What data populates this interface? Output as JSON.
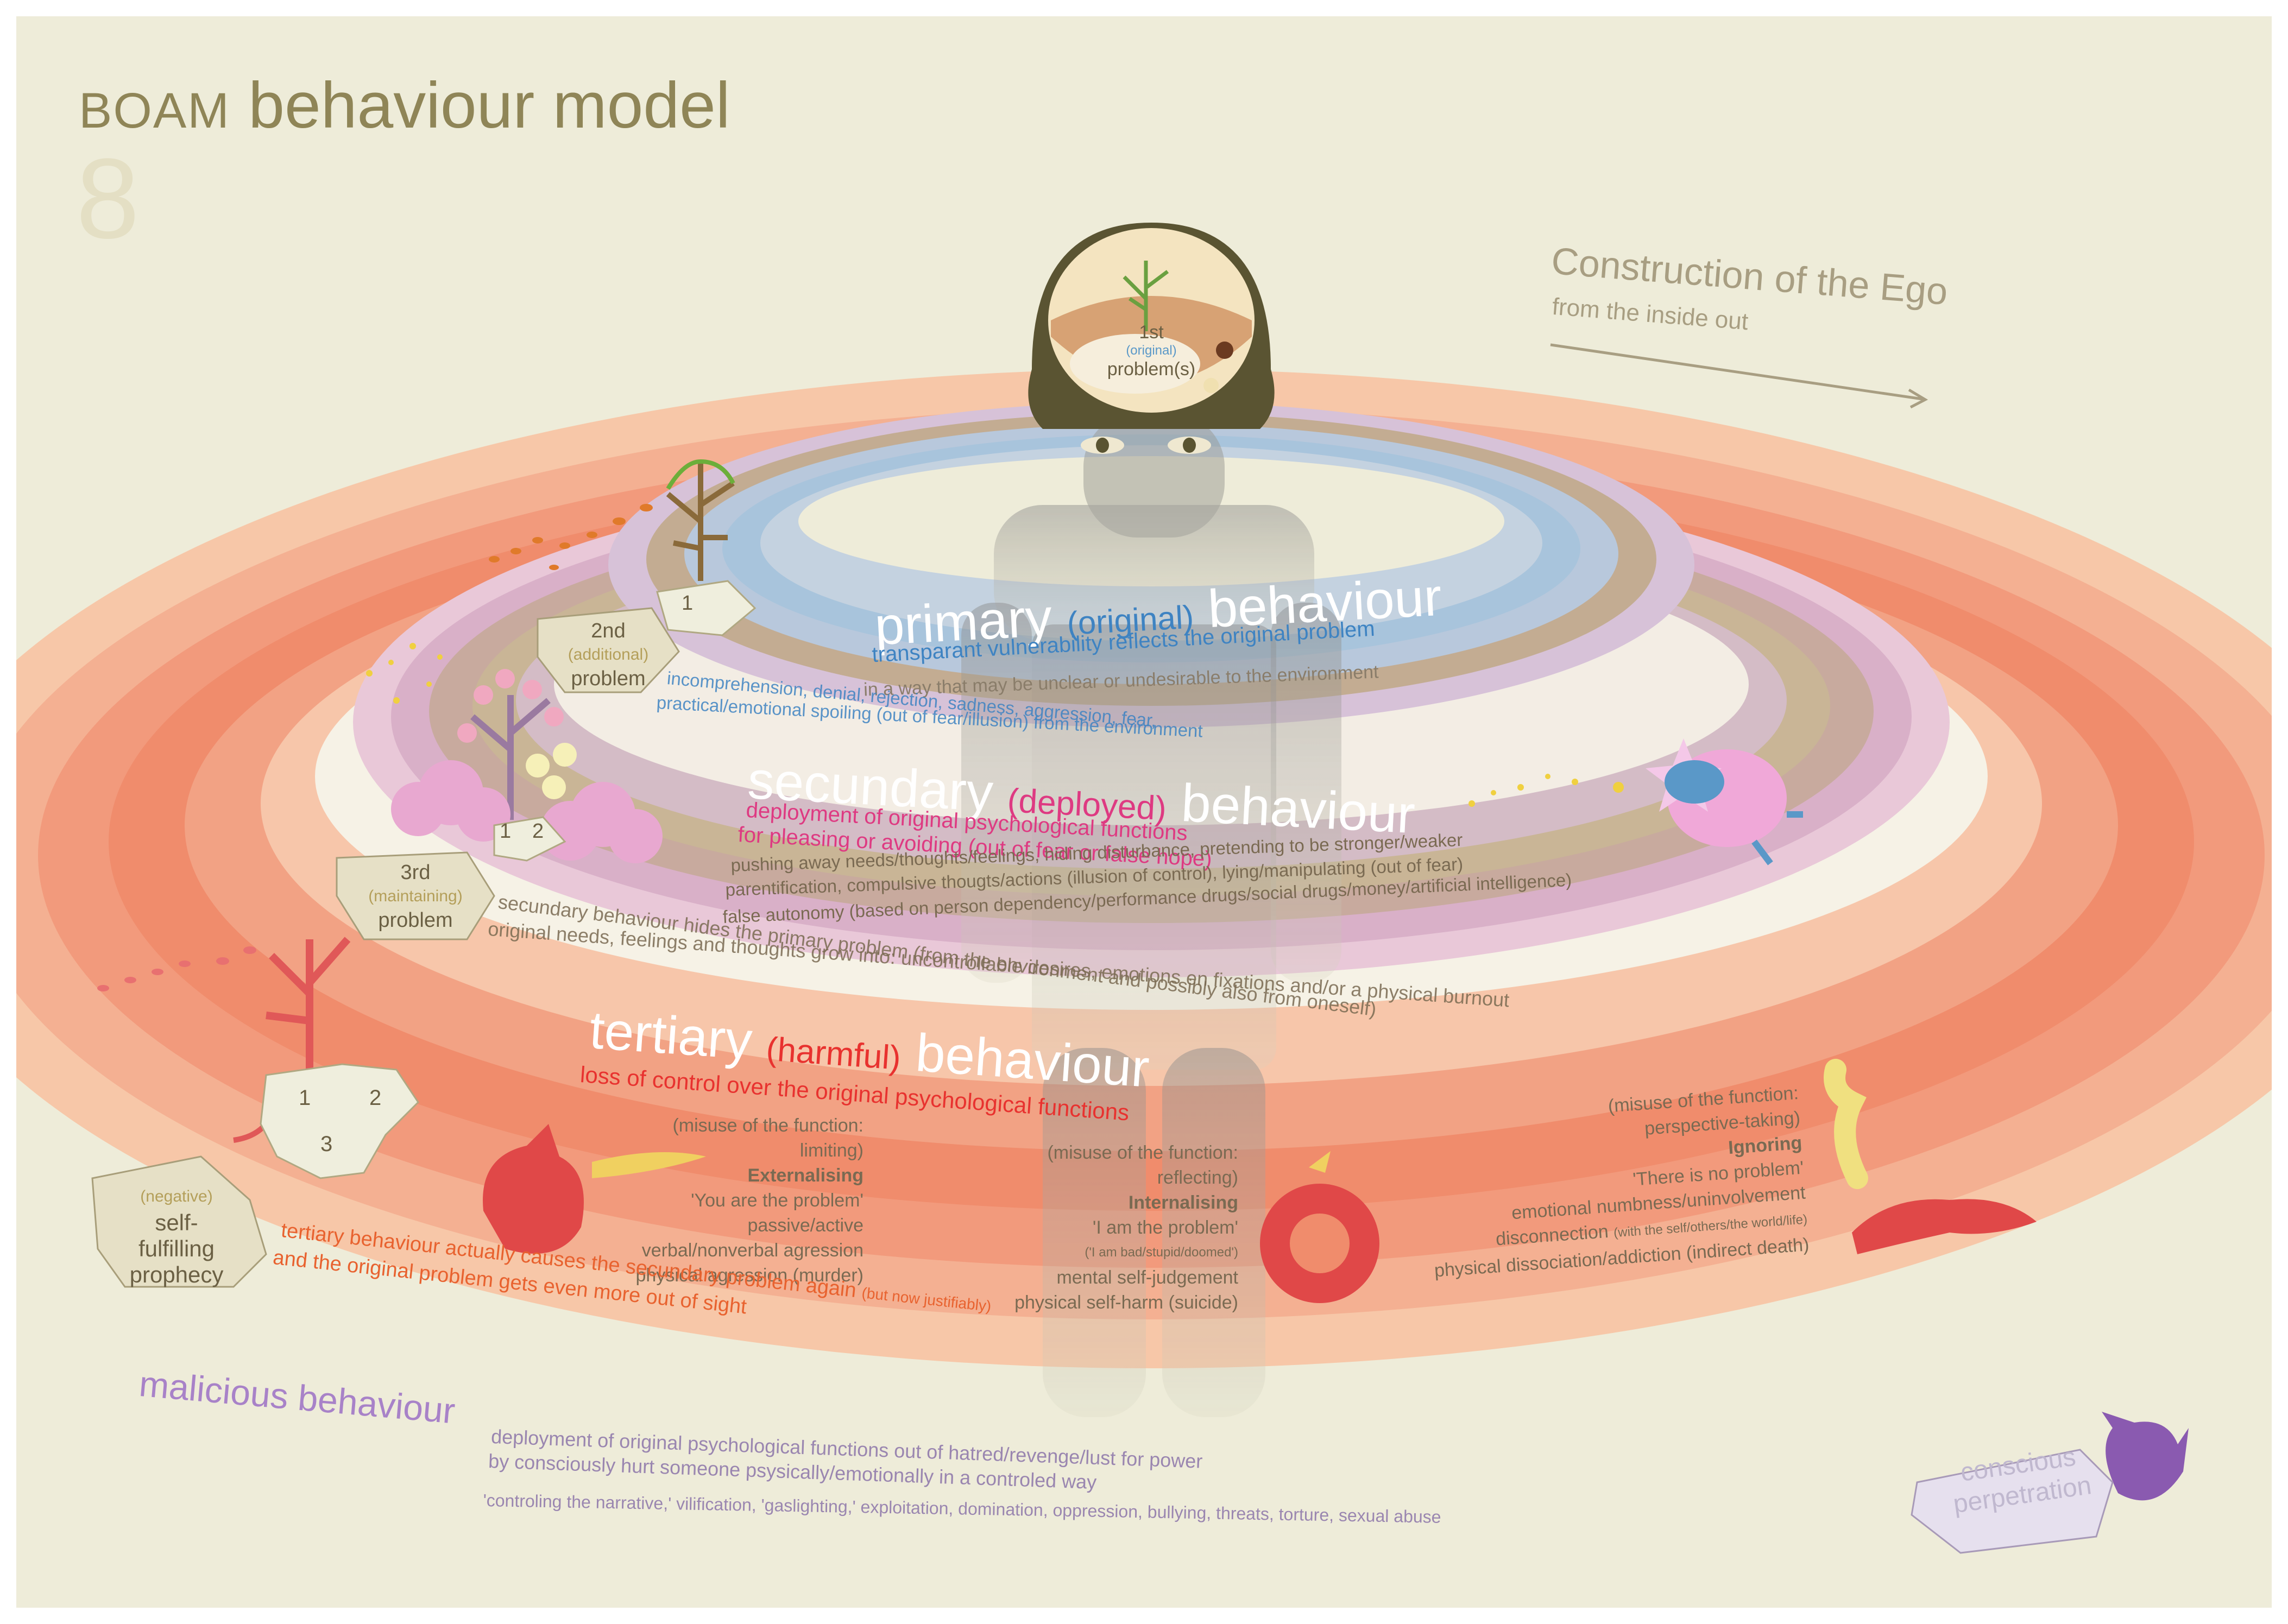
{
  "header": {
    "brand": "BOAM",
    "title": "behaviour model",
    "page_number": "8"
  },
  "construction": {
    "title": "Construction of the Ego",
    "subtitle": "from the inside out"
  },
  "head": {
    "line1": "1st",
    "line2": "(original)",
    "line3": "problem(s)"
  },
  "stones": {
    "s1": "1",
    "s1b": "1",
    "s2": "2",
    "s2b": "2",
    "s3": "3",
    "second": {
      "line1": "2nd",
      "line2": "(additional)",
      "line3": "problem"
    },
    "third": {
      "line1": "3rd",
      "line2": "(maintaining)",
      "line3": "problem"
    },
    "prophecy": {
      "line1": "(negative)",
      "line2": "self-",
      "line3": "fulfilling",
      "line4": "prophecy"
    }
  },
  "primary": {
    "title_a": "primary",
    "title_paren": "(original)",
    "title_b": "behaviour",
    "line1": "transparant vulnerability reflects the original problem",
    "line2": "in a way that may be unclear or undesirable to the environment",
    "line3": "incomprehension, denial, rejection, sadness, aggression, fear,",
    "line4": "practical/emotional spoiling (out of fear/illusion) from the environment"
  },
  "secondary": {
    "title_a": "secundary",
    "title_paren": "(deployed)",
    "title_b": "behaviour",
    "line1": "deployment of original psychological functions",
    "line2": "for pleasing or avoiding (out of fear or false hope)",
    "line3": "pushing away needs/thoughts/feelings, hiding disturbance, pretending to be stronger/weaker",
    "line4": "parentification, compulsive thougts/actions (illusion of control), lying/manipulating (out of fear)",
    "line5": "false autonomy (based on person dependency/performance drugs/social drugs/money/artificial intelligence)",
    "line6": "secundary behaviour hides the primary problem (from the environment and possibly also from oneself)",
    "line7": "original needs, feelings and thoughts grow into: uncontrollable desires, emotions en fixations  and/or a physical burnout"
  },
  "tertiary": {
    "title_a": "tertiary",
    "title_paren": "(harmful)",
    "title_b": "behaviour",
    "line1": "loss of control over the original psychological functions",
    "footer1": "tertiary behaviour actually causes the secundary problem again",
    "footer1_small": "(but now justifiably)",
    "footer2": "and the original problem gets even more out of sight",
    "col_limiting": {
      "l1": "(misuse of the function:",
      "l2": "limiting)",
      "l3": "Externalising",
      "l4": "'You are the problem'",
      "l5": "passive/active",
      "l6": "verbal/nonverbal agression",
      "l7": "physical agression (murder)"
    },
    "col_reflecting": {
      "l1": "(misuse of the function:",
      "l2": "reflecting)",
      "l3": "Internalising",
      "l4": "'I am the problem'",
      "l5": "('I am bad/stupid/doomed')",
      "l6": "mental self-judgement",
      "l7": "physical self-harm (suicide)"
    },
    "col_perspective": {
      "l1": "(misuse of the function:",
      "l2": "perspective-taking)",
      "l3": "Ignoring",
      "l4": "'There is no problem'",
      "l5": "emotional numbness/uninvolvement",
      "l6a": "disconnection",
      "l6b": "(with the self/others/the world/life)",
      "l7": "physical dissociation/addiction (indirect death)"
    }
  },
  "malicious": {
    "title": "malicious behaviour",
    "line1": "deployment of original psychological functions out of hatred/revenge/lust for power",
    "line2": "by consciously hurt someone psysically/emotionally in a controled way",
    "line3": "'controling the narrative,' vilification, 'gaslighting,' exploitation, domination, oppression, bullying, threats, torture, sexual abuse"
  },
  "conscious": {
    "line1": "conscious",
    "line2": "perpetration"
  },
  "colors": {
    "background": "#eeecd9",
    "primary_ring": "#a8c4dc",
    "secondary_ring": "#dcb4d4",
    "tertiary_ring": "#f08c6c",
    "head": "#5a5432"
  }
}
